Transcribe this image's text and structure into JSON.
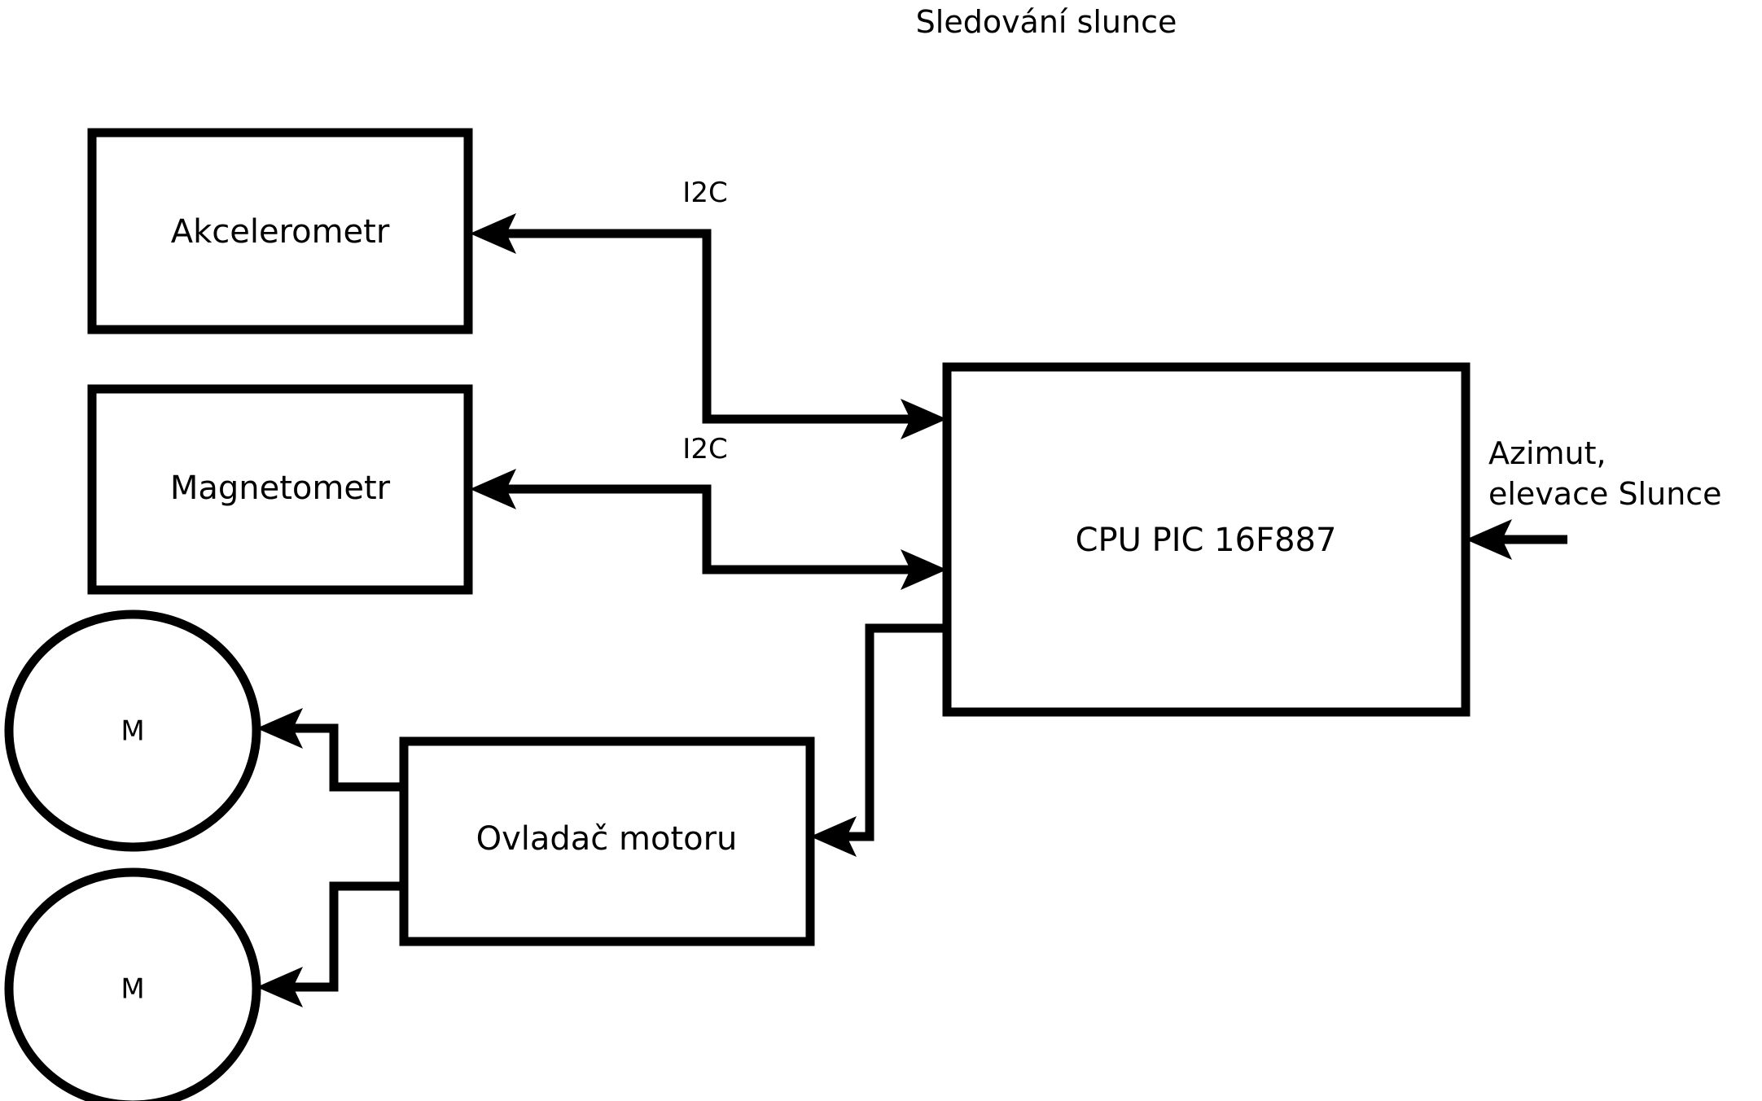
{
  "title": "Sledování slunce",
  "nodes": {
    "accelerometer": {
      "label": "Akcelerometr",
      "shape": "rectangle"
    },
    "magnetometer": {
      "label": "Magnetometr",
      "shape": "rectangle"
    },
    "cpu": {
      "label": "CPU PIC 16F887",
      "shape": "rectangle"
    },
    "motor_driver": {
      "label": "Ovladač motoru",
      "shape": "rectangle"
    },
    "motor_1": {
      "label": "M",
      "shape": "circle"
    },
    "motor_2": {
      "label": "M",
      "shape": "circle"
    }
  },
  "edges": {
    "accel_bus_label": "I2C",
    "magnet_bus_label": "I2C"
  },
  "io": {
    "sun_input_line_1": "Azimut,",
    "sun_input_line_2": "elevace Slunce"
  },
  "colors": {
    "stroke": "#000000",
    "fill": "#ffffff",
    "background": "#ffffff"
  }
}
